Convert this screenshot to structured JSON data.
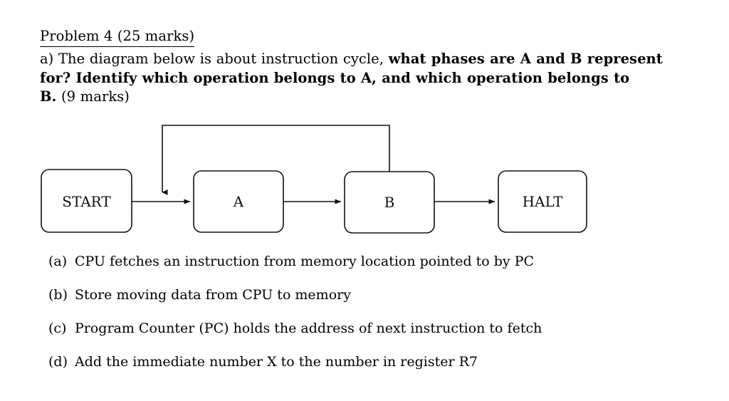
{
  "heading": {
    "title": "Problem 4 (25 marks)"
  },
  "question": {
    "line1_plain": "a) The diagram below is about instruction cycle, ",
    "line1_bold": "what phases are A and B represent",
    "line2_bold": "for?  Identify which operation belongs to A, and which operation belongs to",
    "line3_bold": "B.",
    "line3_plain": " (9 marks)"
  },
  "diagram": {
    "nodes": [
      {
        "id": "start",
        "label": "START"
      },
      {
        "id": "a",
        "label": "A"
      },
      {
        "id": "b",
        "label": "B"
      },
      {
        "id": "halt",
        "label": "HALT"
      }
    ],
    "edges": [
      {
        "from": "START",
        "to": "A",
        "type": "arrow"
      },
      {
        "from": "A",
        "to": "B",
        "type": "arrow"
      },
      {
        "from": "B",
        "to": "HALT",
        "type": "arrow"
      },
      {
        "from": "B",
        "to": "A",
        "type": "feedback-loop"
      }
    ],
    "stroke_color": "#111111"
  },
  "options": [
    {
      "marker": "(a)",
      "text": "CPU fetches an instruction from memory location pointed to by PC"
    },
    {
      "marker": "(b)",
      "text": "Store moving data from CPU to memory"
    },
    {
      "marker": "(c)",
      "text": "Program Counter (PC) holds the address of next instruction to fetch"
    },
    {
      "marker": "(d)",
      "text": "Add the immediate number X to the number in register R7"
    }
  ]
}
